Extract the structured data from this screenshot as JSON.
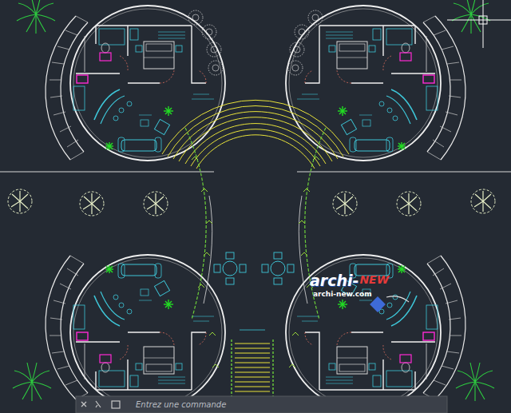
{
  "diagram": {
    "labels": [
      "archi-",
      "NEW",
      "archi-new.com",
      "Entrez une commande"
    ]
  }
}
